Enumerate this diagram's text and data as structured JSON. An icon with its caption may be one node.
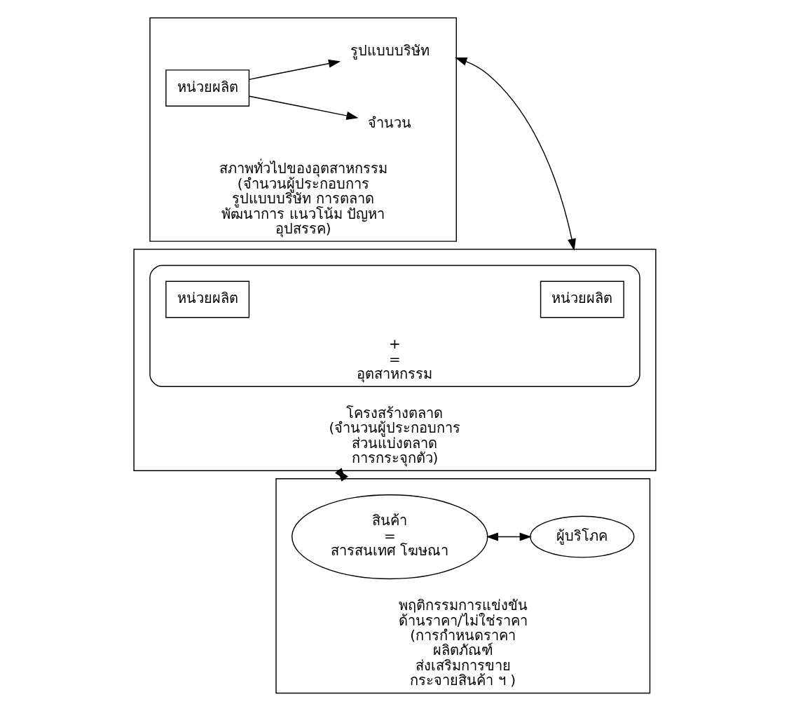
{
  "diagram": {
    "nodes": [
      {
        "text": [
          "สภาพทั่วไปของอุตสาหกรรม (จำนวนผู้ประกอบการ รูปแบบบริษัท การตลาด พัฒนาการ แนวโน้ม ปัญหา อุปสรรค)"
        ]
      },
      {
        "text": [
          "หน่วยผลิต"
        ],
        "in": 0
      },
      {
        "text": [
          "จำนวน"
        ],
        "in": 0
      },
      {
        "text": [
          "รูปแบบบริษัท"
        ],
        "in": 0
      },
      {
        "text": [
          "โครงสร้างตลาด (จำนวนผู้ประกอบการ ส่วนแบ่งตลาด การกระจุกตัว)"
        ]
      },
      {
        "text": [
          "+",
          "=",
          "อุตสาหกรรม"
        ],
        "in": 4
      },
      {
        "text": [
          "หน่วยผลิต"
        ],
        "in": 5
      },
      {
        "text": [
          "หน่วยผลิต"
        ],
        "in": 5
      },
      {
        "text": [
          "พฤติกรรมการแข่งขัน ด้านราคา/ไม่ใช่ราคา (การกำหนดราคา ผลิตภัณฑ์ ส่งเสริมการขาย กระจายสินค้า ฯ )"
        ]
      },
      {
        "text": [
          "สินค้า",
          "=",
          "สารสนเทศ โฆษณา"
        ],
        "in": 8
      },
      {
        "text": [
          "ผู้บริโภค"
        ],
        "in": 8
      }
    ],
    "edges": [
      {
        "from": 1,
        "to": 2,
        "arrow": "to"
      },
      {
        "from": 1,
        "to": 3,
        "arrow": "to"
      },
      {
        "from": 0,
        "to": 4,
        "arrow": "both"
      },
      {
        "from": 4,
        "to": 8,
        "arrow": "both"
      },
      {
        "from": 9,
        "to": 10,
        "arrow": "both"
      }
    ]
  }
}
